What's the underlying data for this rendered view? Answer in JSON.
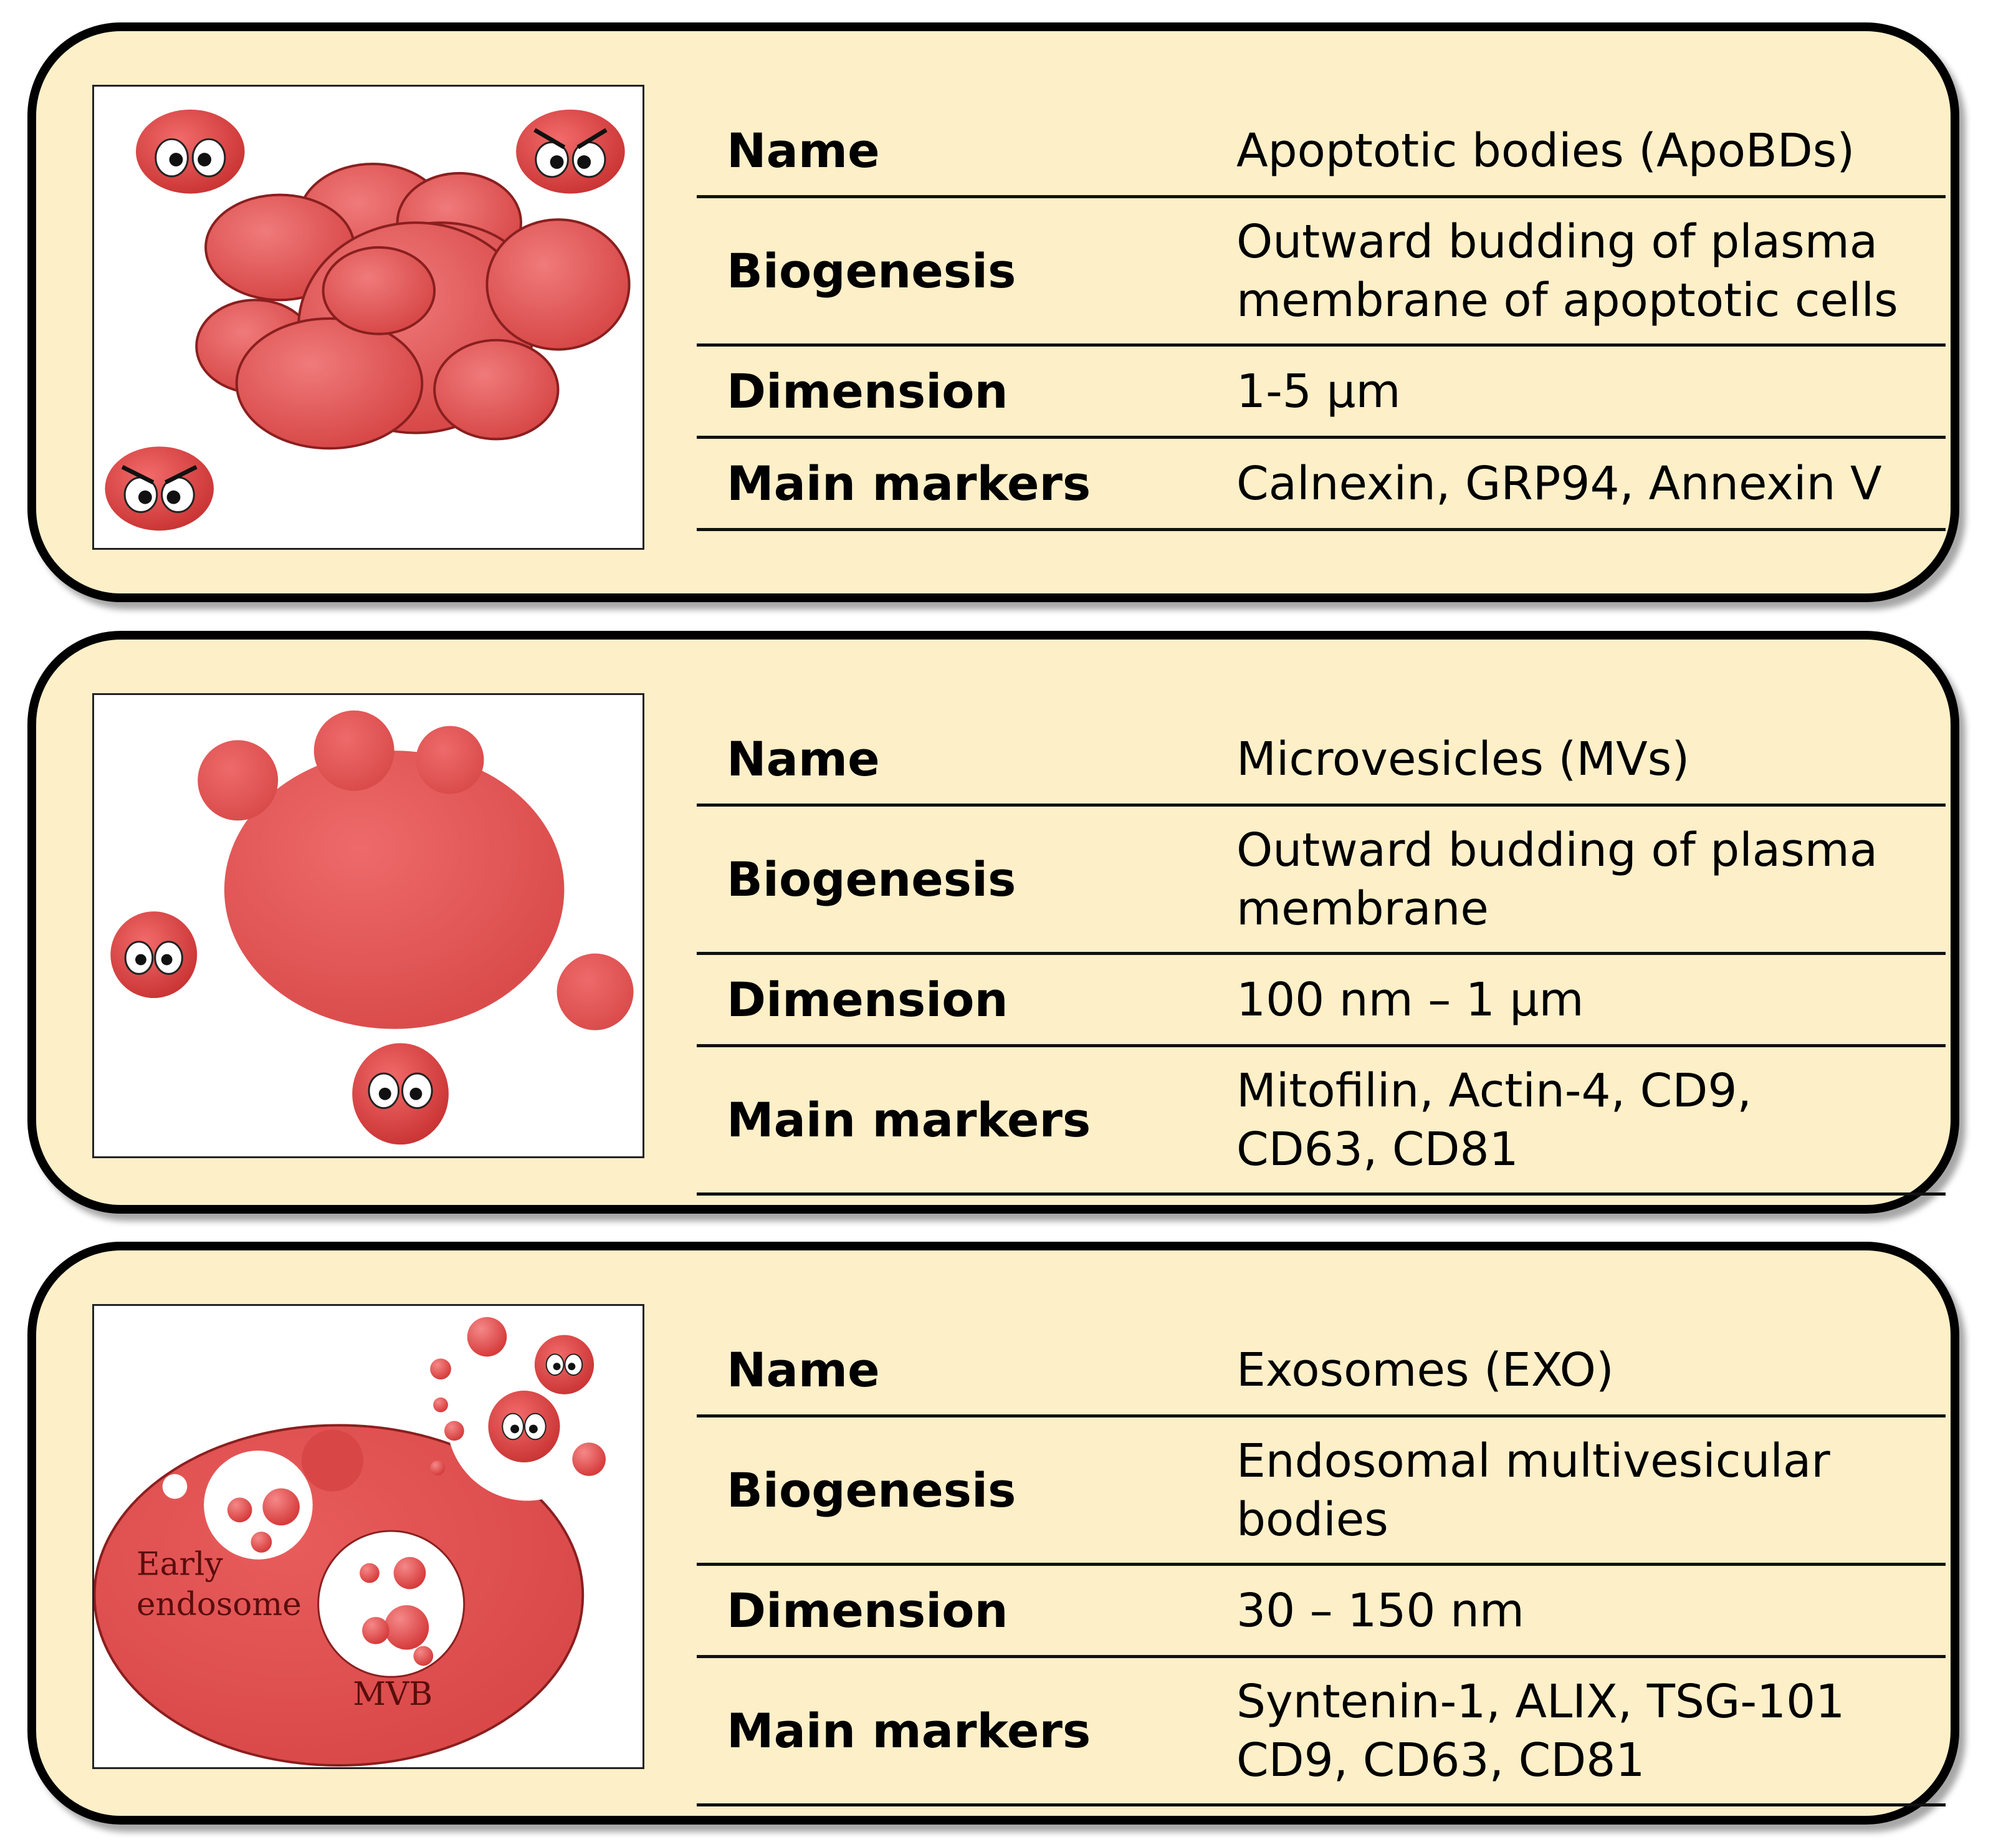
{
  "colors": {
    "panel_bg": "#fdefc8",
    "vesicle_red": "#e05555",
    "vesicle_outline": "#8a1f1f",
    "border": "#000000"
  },
  "panels": [
    {
      "rows": [
        {
          "label": "Name",
          "value": "Apoptotic bodies (ApoBDs)"
        },
        {
          "label": "Biogenesis",
          "value": "Outward budding of plasma\nmembrane of apoptotic cells"
        },
        {
          "label": "Dimension",
          "value": "1-5 μm"
        },
        {
          "label": "Main markers",
          "value": "Calnexin, GRP94, Annexin V"
        }
      ]
    },
    {
      "rows": [
        {
          "label": "Name",
          "value": "Microvesicles (MVs)"
        },
        {
          "label": "Biogenesis",
          "value": "Outward budding of plasma\nmembrane"
        },
        {
          "label": "Dimension",
          "value": "100 nm – 1 μm"
        },
        {
          "label": "Main markers",
          "value": "Mitofilin, Actin-4, CD9,\nCD63, CD81"
        }
      ]
    },
    {
      "rows": [
        {
          "label": "Name",
          "value": "Exosomes (EXO)"
        },
        {
          "label": "Biogenesis",
          "value": "Endosomal multivesicular\nbodies"
        },
        {
          "label": "Dimension",
          "value": "30 – 150 nm"
        },
        {
          "label": "Main markers",
          "value": "Syntenin-1, ALIX, TSG-101\nCD9, CD63, CD81"
        }
      ],
      "illustration_labels": {
        "early_endosome_line1": "Early",
        "early_endosome_line2": "endosome",
        "mvb": "MVB"
      }
    }
  ]
}
